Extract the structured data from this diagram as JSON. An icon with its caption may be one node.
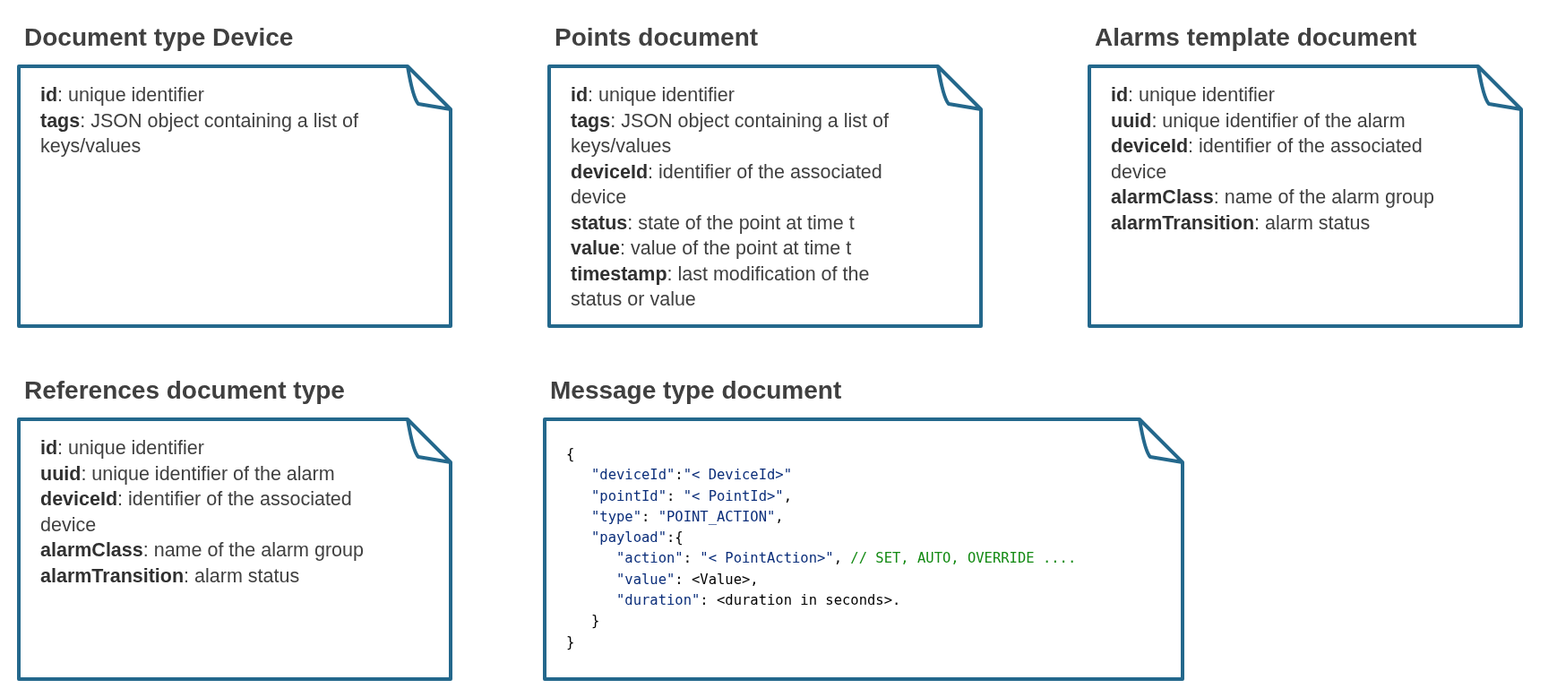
{
  "diagram": {
    "nodes": [
      {
        "text": [
          "Document type Device",
          "**id**: unique identifier",
          "**tags**: JSON object containing a list of keys/values"
        ]
      },
      {
        "text": [
          "Points document",
          "**id**: unique identifier",
          "**tags**: JSON object containing a list of keys/values",
          "**deviceId**: identifier of the associated device",
          "**status**: state of the point at time t",
          "**value**: value of the point at time t",
          "**timestamp**: last modification of the status or value"
        ]
      },
      {
        "text": [
          "Alarms template document",
          "**id**: unique identifier",
          "**uuid**: unique identifier of the alarm",
          "**deviceId**: identifier of the associated device",
          "**alarmClass**: name of the alarm group",
          "**alarmTransition**: alarm status"
        ]
      },
      {
        "text": [
          "References document type",
          "**id**: unique identifier",
          "**uuid**: unique identifier of the alarm",
          "**deviceId**: identifier of the associated device",
          "**alarmClass**: name of the alarm group",
          "**alarmTransition**: alarm status"
        ]
      },
      {
        "text": [
          "Message type document",
          "{",
          "   \"deviceId\":\"< DeviceId>\"",
          "   \"pointId\": \"< PointId>\",",
          "   \"type\": \"POINT_ACTION\",",
          "   \"payload\":{",
          "      \"action\": \"< PointAction>\", // SET, AUTO, OVERRIDE ....",
          "      \"value\": <Value>,",
          "      \"duration\": <duration in seconds>.",
          "   }",
          "}"
        ]
      }
    ]
  }
}
